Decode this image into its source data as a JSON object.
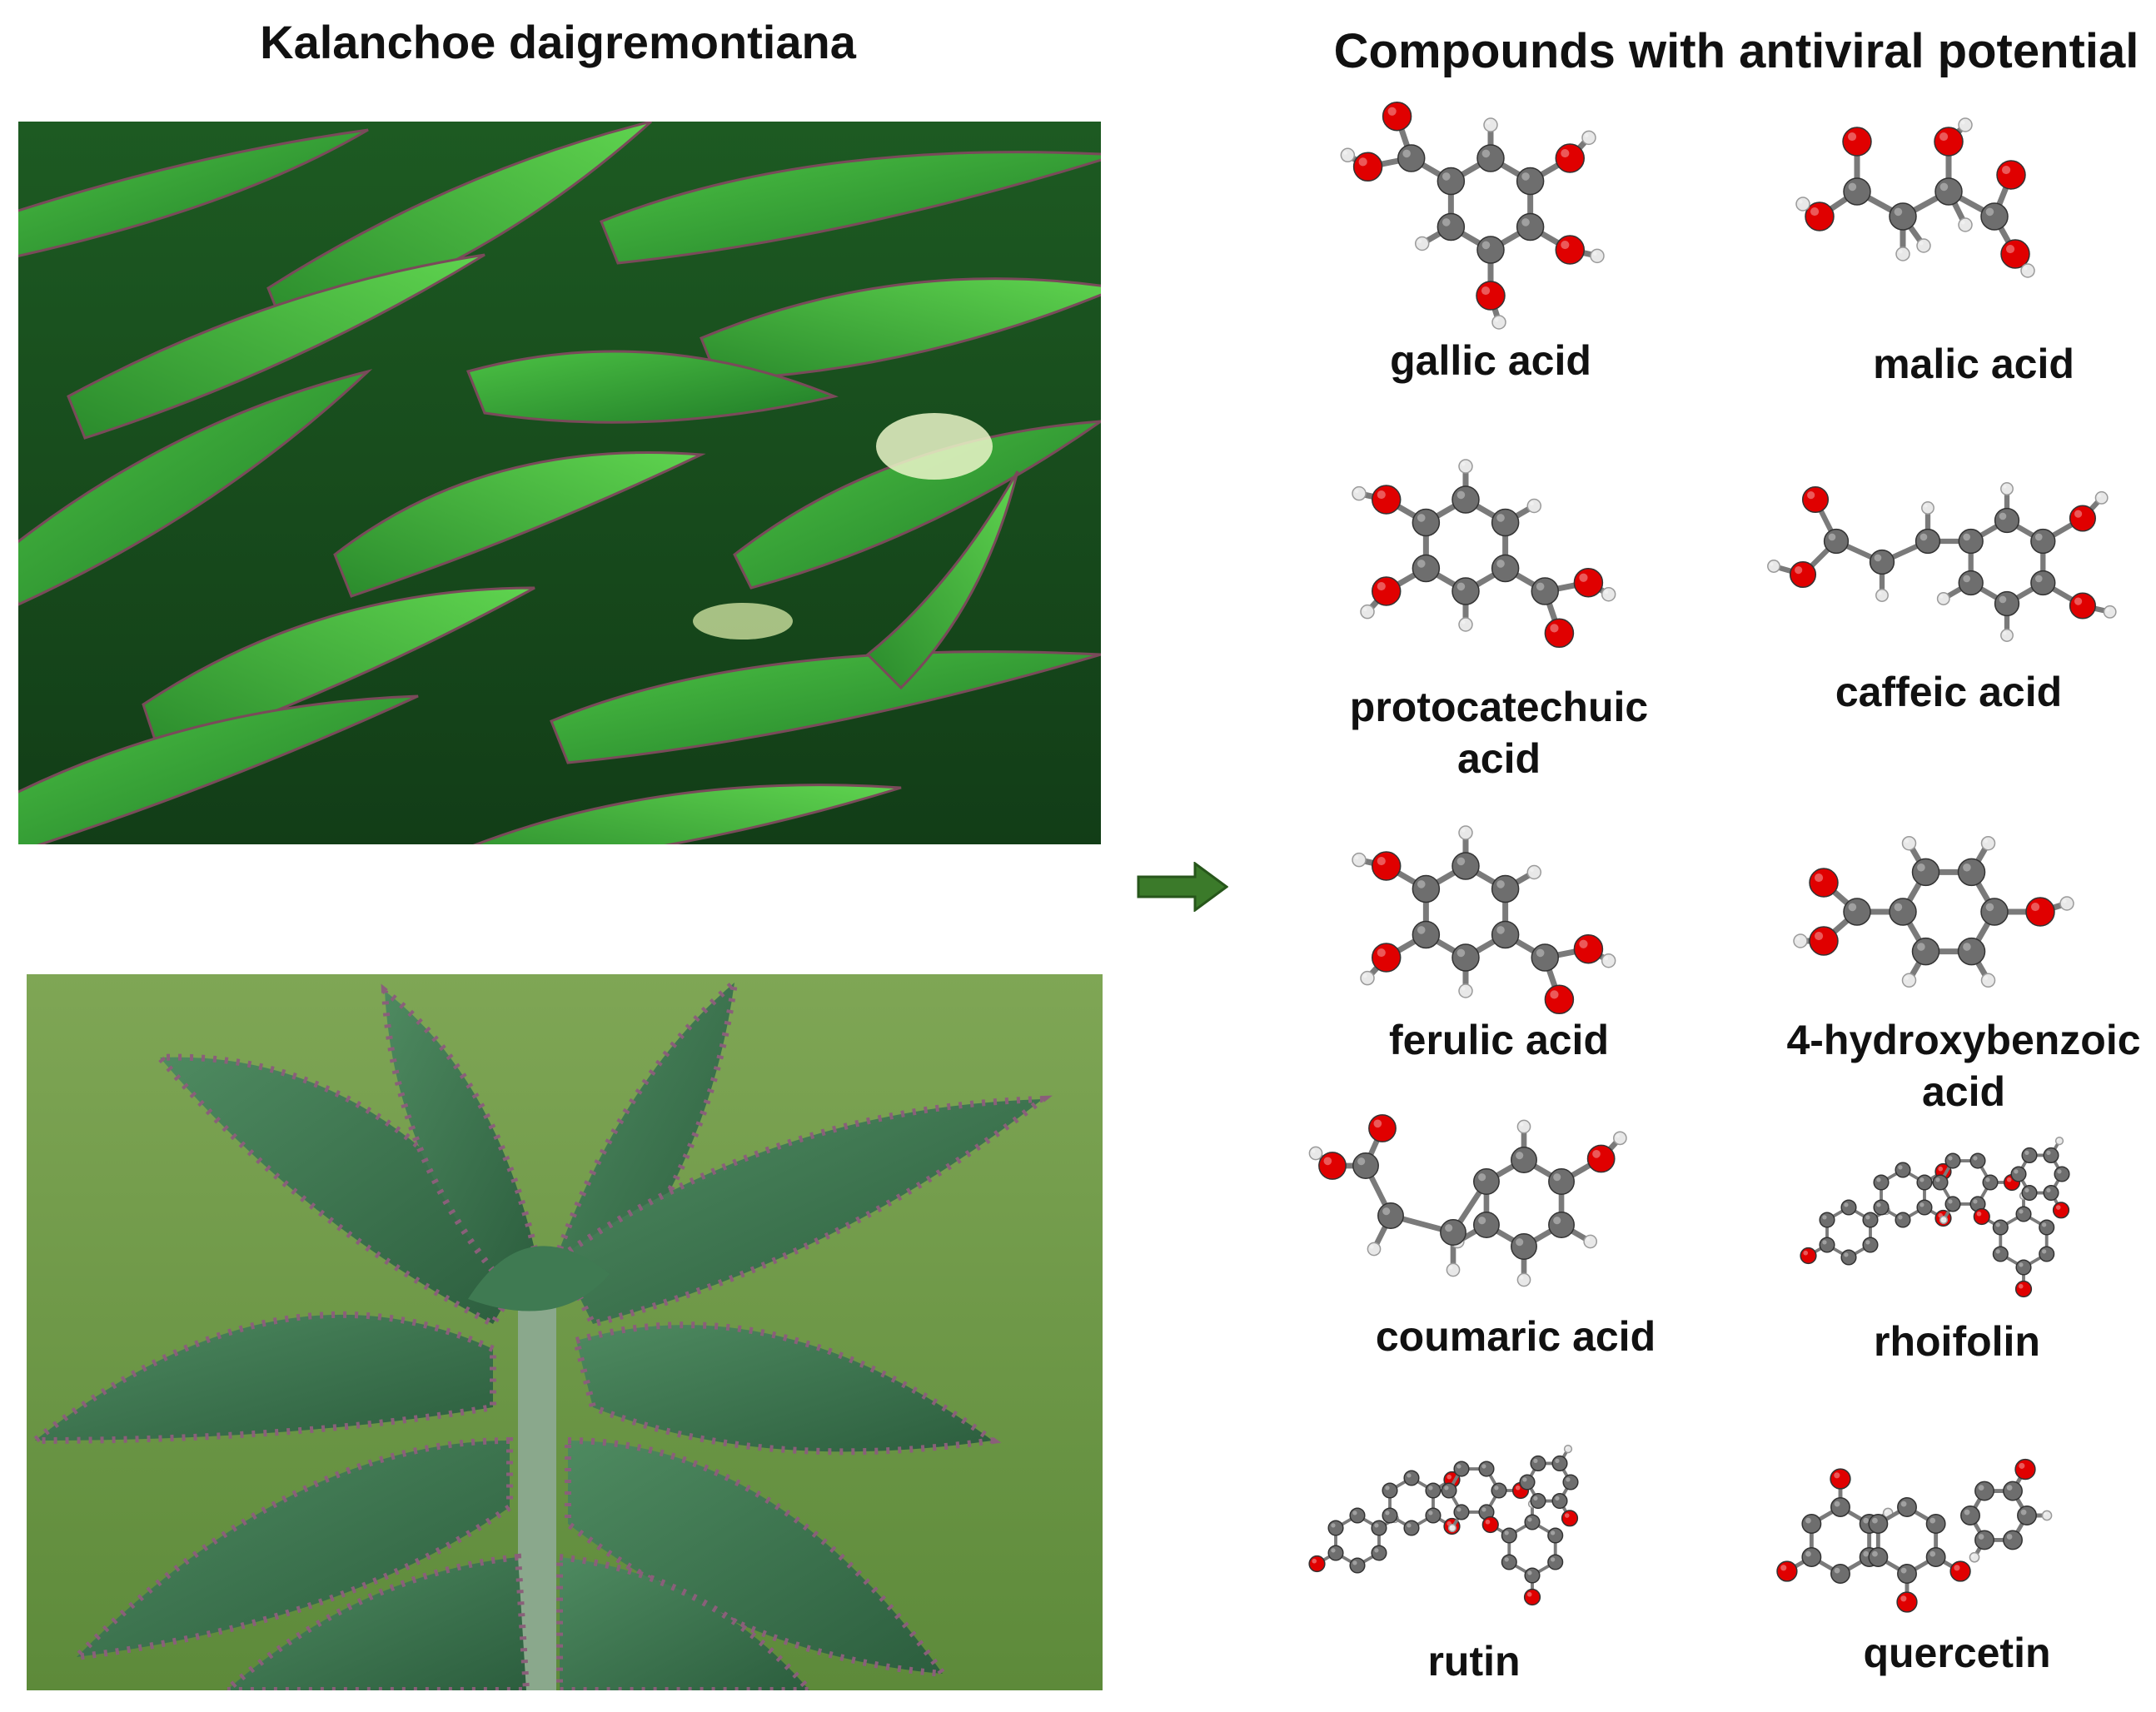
{
  "left_title": "Kalanchoe daigremontiana",
  "right_title": "Compounds with antiviral potential",
  "colors": {
    "arrow": "#3b7a2a",
    "atom_carbon": "#6e6e6e",
    "atom_oxygen": "#e00000",
    "atom_hydrogen": "#e8e8e8",
    "leaf_dark": "#1f6a25",
    "leaf_light": "#3fae3a",
    "lawn": "#6f9a48",
    "leaf_succulent": "#3f7a52",
    "plantlet_edge": "#8a5f7a"
  },
  "icons": {
    "arrow": "right-arrow-icon",
    "molecule": "ball-and-stick-molecule-icon"
  },
  "compounds": [
    {
      "id": "gallic",
      "label_lines": [
        "gallic acid"
      ]
    },
    {
      "id": "malic",
      "label_lines": [
        "malic acid"
      ]
    },
    {
      "id": "protocatechuic",
      "label_lines": [
        "protocatechuic",
        "acid"
      ]
    },
    {
      "id": "caffeic",
      "label_lines": [
        "caffeic acid"
      ]
    },
    {
      "id": "ferulic",
      "label_lines": [
        "ferulic acid"
      ]
    },
    {
      "id": "hydroxybenzoic",
      "label_lines": [
        "4-hydroxybenzoic",
        "acid"
      ]
    },
    {
      "id": "coumaric",
      "label_lines": [
        "coumaric acid"
      ]
    },
    {
      "id": "rhoifolin",
      "label_lines": [
        "rhoifolin"
      ]
    },
    {
      "id": "rutin",
      "label_lines": [
        "rutin"
      ]
    },
    {
      "id": "quercetin",
      "label_lines": [
        "quercetin"
      ]
    }
  ]
}
